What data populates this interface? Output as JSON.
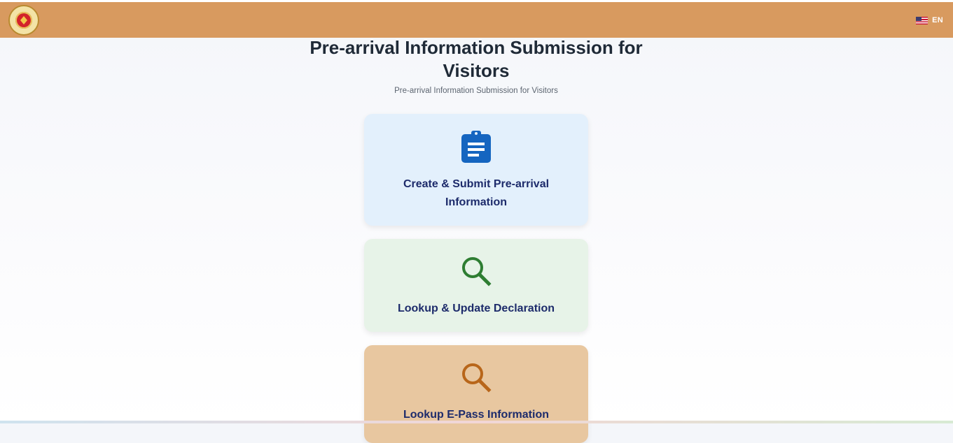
{
  "header": {
    "logo_icon": "seal-logo-icon",
    "language": {
      "flag_icon": "us-flag-icon",
      "code": "EN"
    },
    "background": "#d89a5f"
  },
  "main": {
    "title": "Pre-arrival Information Submission for Visitors",
    "subtitle": "Pre-arrival Information Submission for Visitors",
    "cards": [
      {
        "label": "Create & Submit Pre-arrival Information",
        "icon": "clipboard-icon",
        "color": "#1565c0",
        "background": "#e3f0fc"
      },
      {
        "label": "Lookup & Update Declaration",
        "icon": "search-icon",
        "color": "#2e7d32",
        "background": "#e7f3e8"
      },
      {
        "label": "Lookup E-Pass Information",
        "icon": "search-icon",
        "color": "#b8661a",
        "background": "#e8c7a0"
      }
    ]
  }
}
